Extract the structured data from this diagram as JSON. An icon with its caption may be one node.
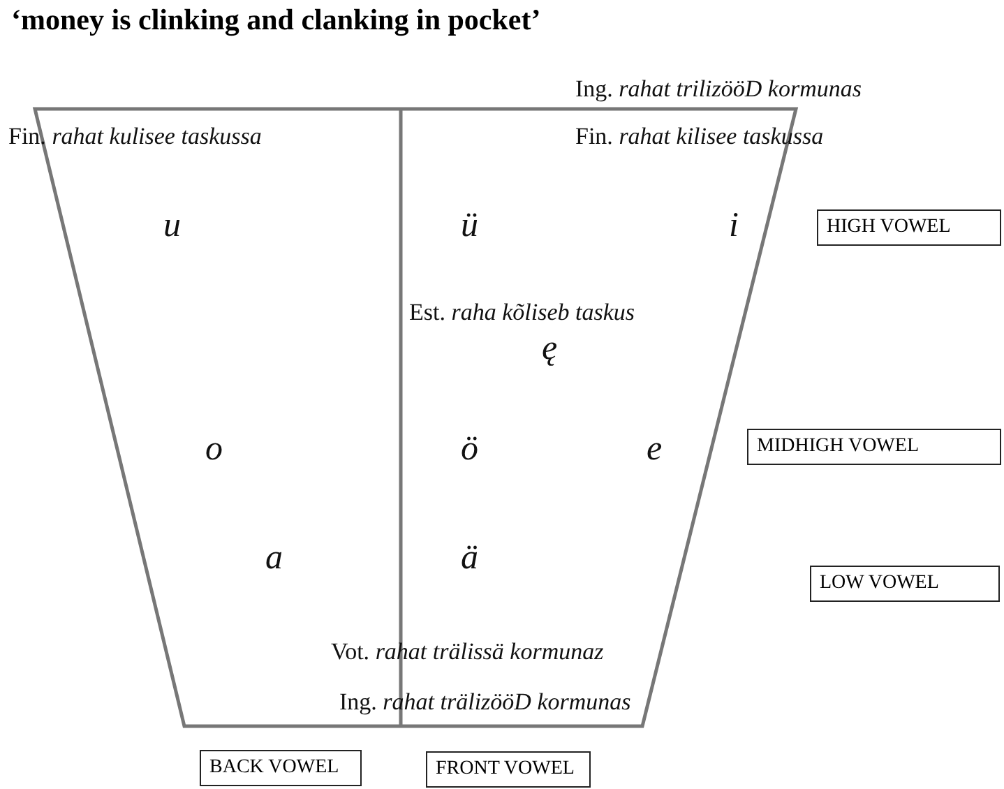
{
  "diagram": {
    "title": "‘money is clinking and clanking in pocket’",
    "nodes": [
      {
        "text": [
          "HIGH VOWEL"
        ]
      },
      {
        "text": [
          "MIDHIGH VOWEL"
        ]
      },
      {
        "text": [
          "LOW VOWEL"
        ]
      },
      {
        "text": [
          "BACK VOWEL"
        ]
      },
      {
        "text": [
          "FRONT VOWEL"
        ]
      }
    ],
    "labels": [
      "Ing. *rahat trilizööD kormunas*",
      "Fin. *rahat kulisee taskussa*",
      "Fin. *rahat kilisee taskussa*",
      "u",
      "ü",
      "i",
      "Est. *raha kõliseb taskus*",
      "ę",
      "o",
      "ö",
      "e",
      "a",
      "ä",
      "Vot. *rahat trälissä kormunaz*",
      "Ing. *rahat trälizööD kormunas*"
    ]
  }
}
